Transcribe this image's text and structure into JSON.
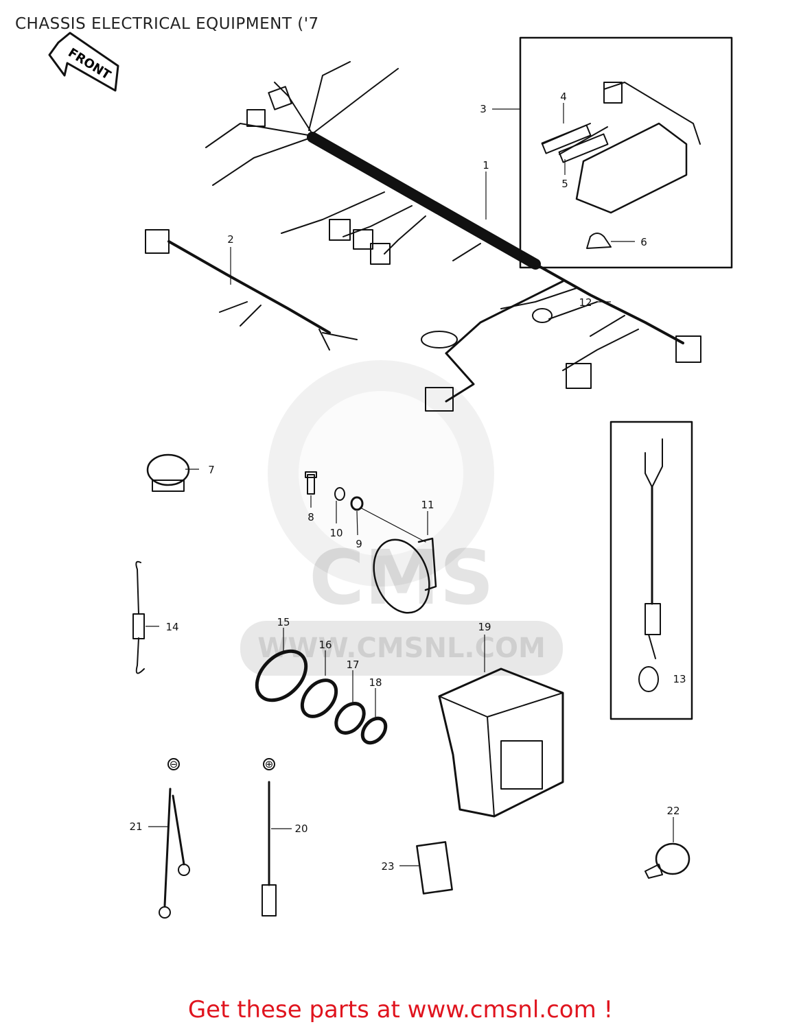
{
  "page": {
    "title": "CHASSIS ELECTRICAL EQUIPMENT ('7",
    "promo": "Get these parts at www.cmsnl.com !"
  },
  "diagram": {
    "front_arrow": "FRONT",
    "watermark": {
      "brand": "CMS",
      "url": "WWW.CMSNL.COM"
    },
    "battery_polarity": {
      "negative": "⊖",
      "positive": "⊕"
    },
    "callouts": [
      "1",
      "2",
      "3",
      "4",
      "5",
      "6",
      "7",
      "8",
      "9",
      "10",
      "11",
      "12",
      "13",
      "14",
      "15",
      "16",
      "17",
      "18",
      "19",
      "20",
      "21",
      "22",
      "23"
    ]
  },
  "colors": {
    "promo": "#e0141e",
    "line": "#111111"
  }
}
